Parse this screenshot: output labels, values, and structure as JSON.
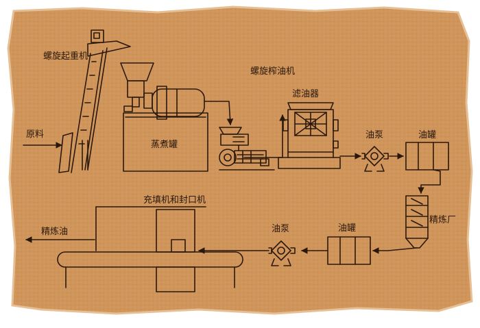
{
  "colors": {
    "paper": "#cf955b",
    "paper_dark": "#b87c45",
    "ink": "#2a180c",
    "border": "#ffffff"
  },
  "labels": {
    "screw_elevator": "螺旋起重机",
    "raw_material": "原料",
    "steam_cooker": "蒸煮罐",
    "screw_press": "螺旋榨油机",
    "oil_filter": "滤油器",
    "oil_pump_1": "油泵",
    "oil_tank_1": "油罐",
    "refinery": "精炼厂",
    "oil_tank_2": "油罐",
    "oil_pump_2": "油泵",
    "filling_sealing": "充填机和封口机",
    "refined_oil": "精炼油"
  }
}
